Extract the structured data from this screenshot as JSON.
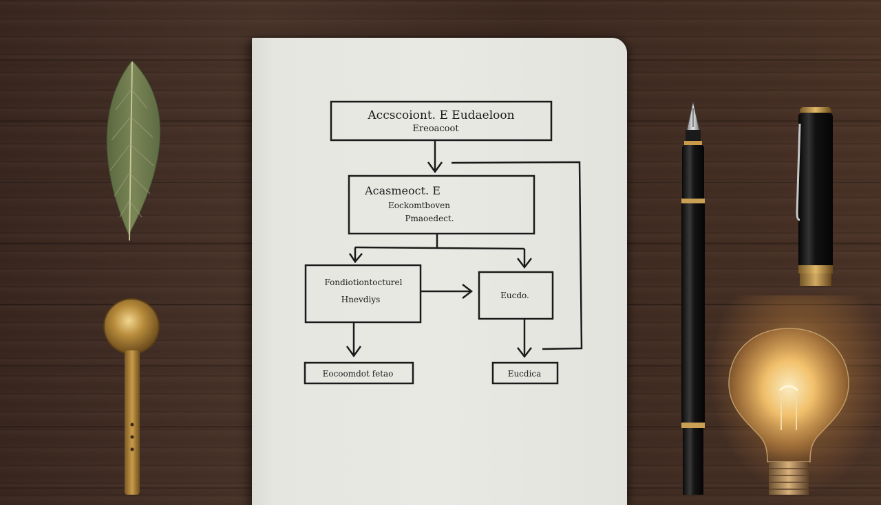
{
  "flowchart": {
    "top_box": {
      "line1": "Accscoiont.  E   Eudaeloon",
      "line2": "Ereoacoot"
    },
    "middle_box": {
      "line1": "Acasmeoct.  E",
      "line2": "Eockomtboven",
      "line3": "Pmaoedect."
    },
    "left_box": {
      "line1": "Fondiotiontocturel",
      "line2": "Hnevdiys"
    },
    "right_box": {
      "label": "Eucdo."
    },
    "bottom_left_box": {
      "label": "Eocoomdot  fetao"
    },
    "bottom_right_box": {
      "label": "Eucdica"
    }
  },
  "objects": {
    "leaf": "leaf",
    "spoon": "brass measuring spoon",
    "fountain_pen": "fountain pen",
    "pen_cap": "pen cap",
    "light_bulb": "light bulb"
  },
  "colors": {
    "wood": "#3f2b22",
    "paper": "#e8e8e3",
    "ink": "#1a1a1a",
    "leaf": "#6e7a4c",
    "brass": "#b58a3a",
    "bulb_glow": "#ffd27a"
  }
}
